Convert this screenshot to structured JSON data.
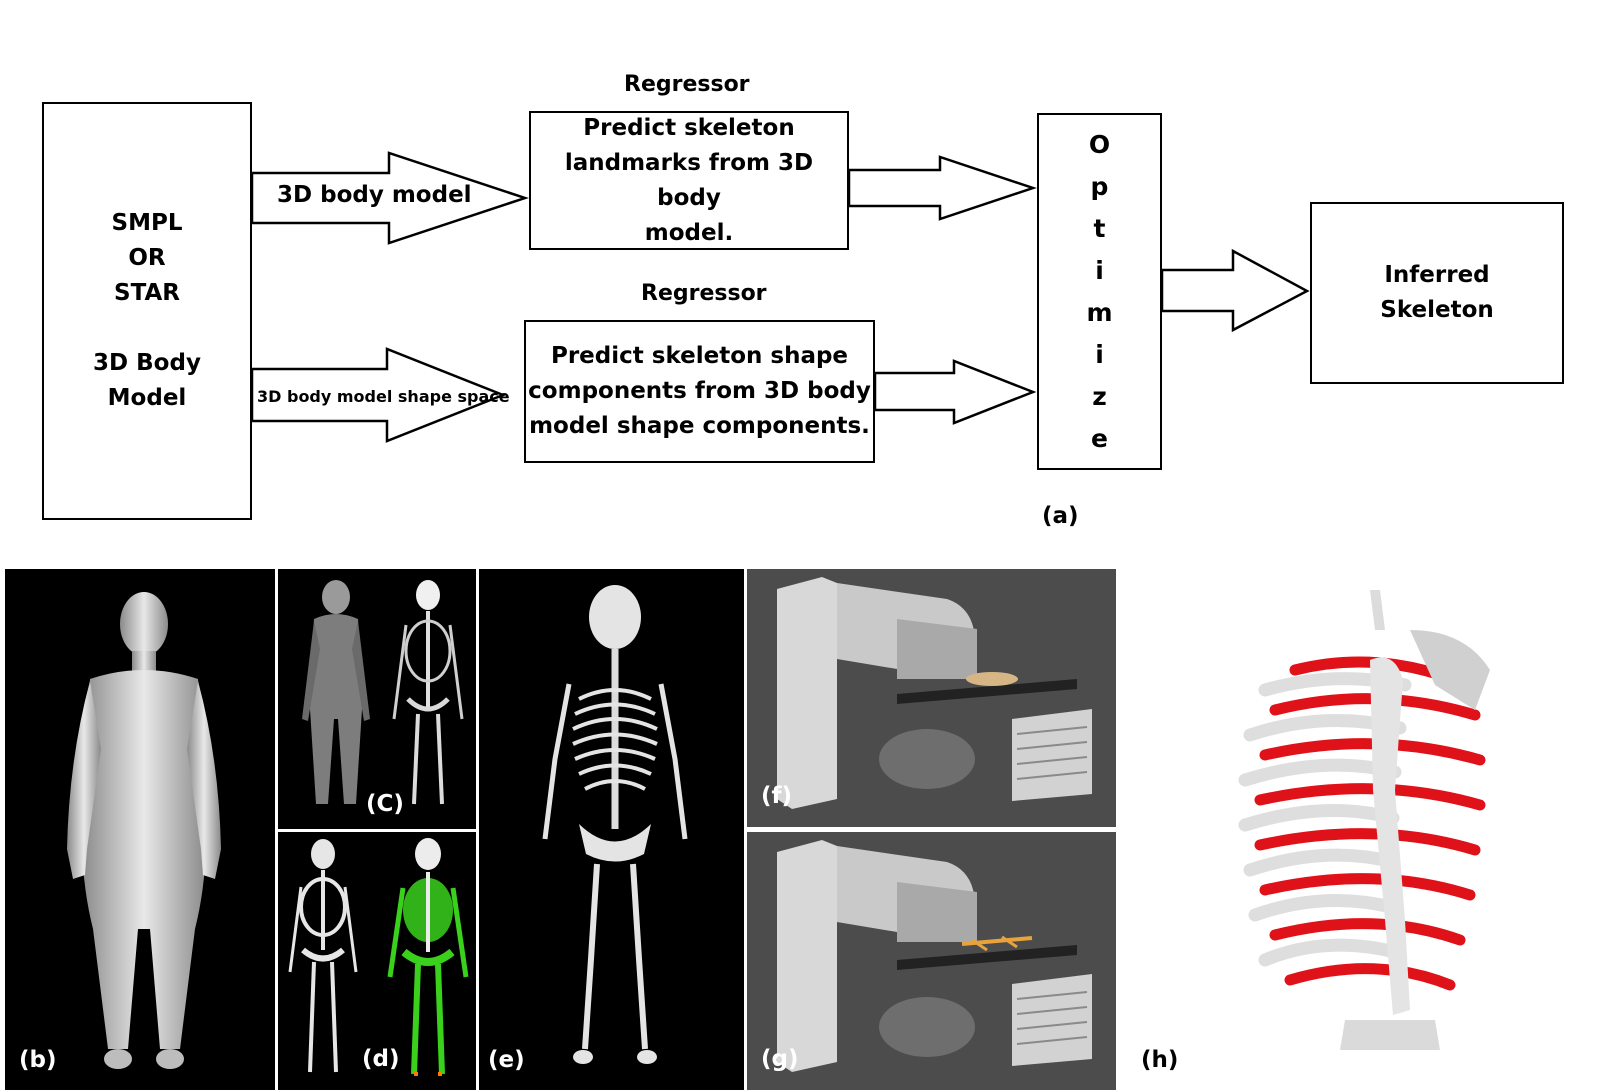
{
  "flowchart": {
    "input_box": {
      "line1": "SMPL",
      "line2": "OR",
      "line3": "STAR",
      "line4": "3D Body",
      "line5": "Model"
    },
    "arrow_top_label": "3D body model",
    "arrow_bottom_label": "3D body model shape space",
    "regressor_top": {
      "title": "Regressor",
      "line1": "Predict skeleton",
      "line2": "landmarks from 3D body",
      "line3": "model."
    },
    "regressor_bottom": {
      "title": "Regressor",
      "line1": "Predict skeleton shape",
      "line2": "components from 3D body",
      "line3": "model shape components."
    },
    "optimize_letters": [
      "O",
      "p",
      "t",
      "i",
      "m",
      "i",
      "z",
      "e"
    ],
    "output_box": {
      "line1": "Inferred",
      "line2": "Skeleton"
    },
    "panel_label": "(a)"
  },
  "panels": {
    "b": "(b)",
    "c": "(C)",
    "d": "(d)",
    "e": "(e)",
    "f": "(f)",
    "g": "(g)",
    "h": "(h)"
  },
  "colors": {
    "rib_red": "#e0121b",
    "bone": "#e6e6e6",
    "panel_bg": "#000000",
    "render_bg": "#4c4c4c",
    "green_overlay": "#39d11c"
  }
}
